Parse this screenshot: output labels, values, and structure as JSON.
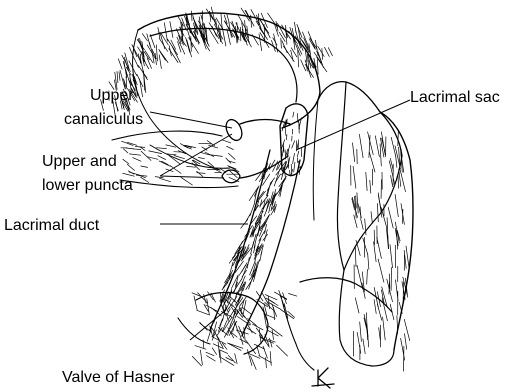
{
  "labels": {
    "upper_canaliculus_line1": "Upper",
    "upper_canaliculus_line2": "canaliculus",
    "puncta_line1": "Upper and",
    "puncta_line2": "lower puncta",
    "lacrimal_duct": "Lacrimal duct",
    "lacrimal_sac": "Lacrimal sac",
    "valve_of_hasner": "Valve of Hasner"
  },
  "signature": "K"
}
